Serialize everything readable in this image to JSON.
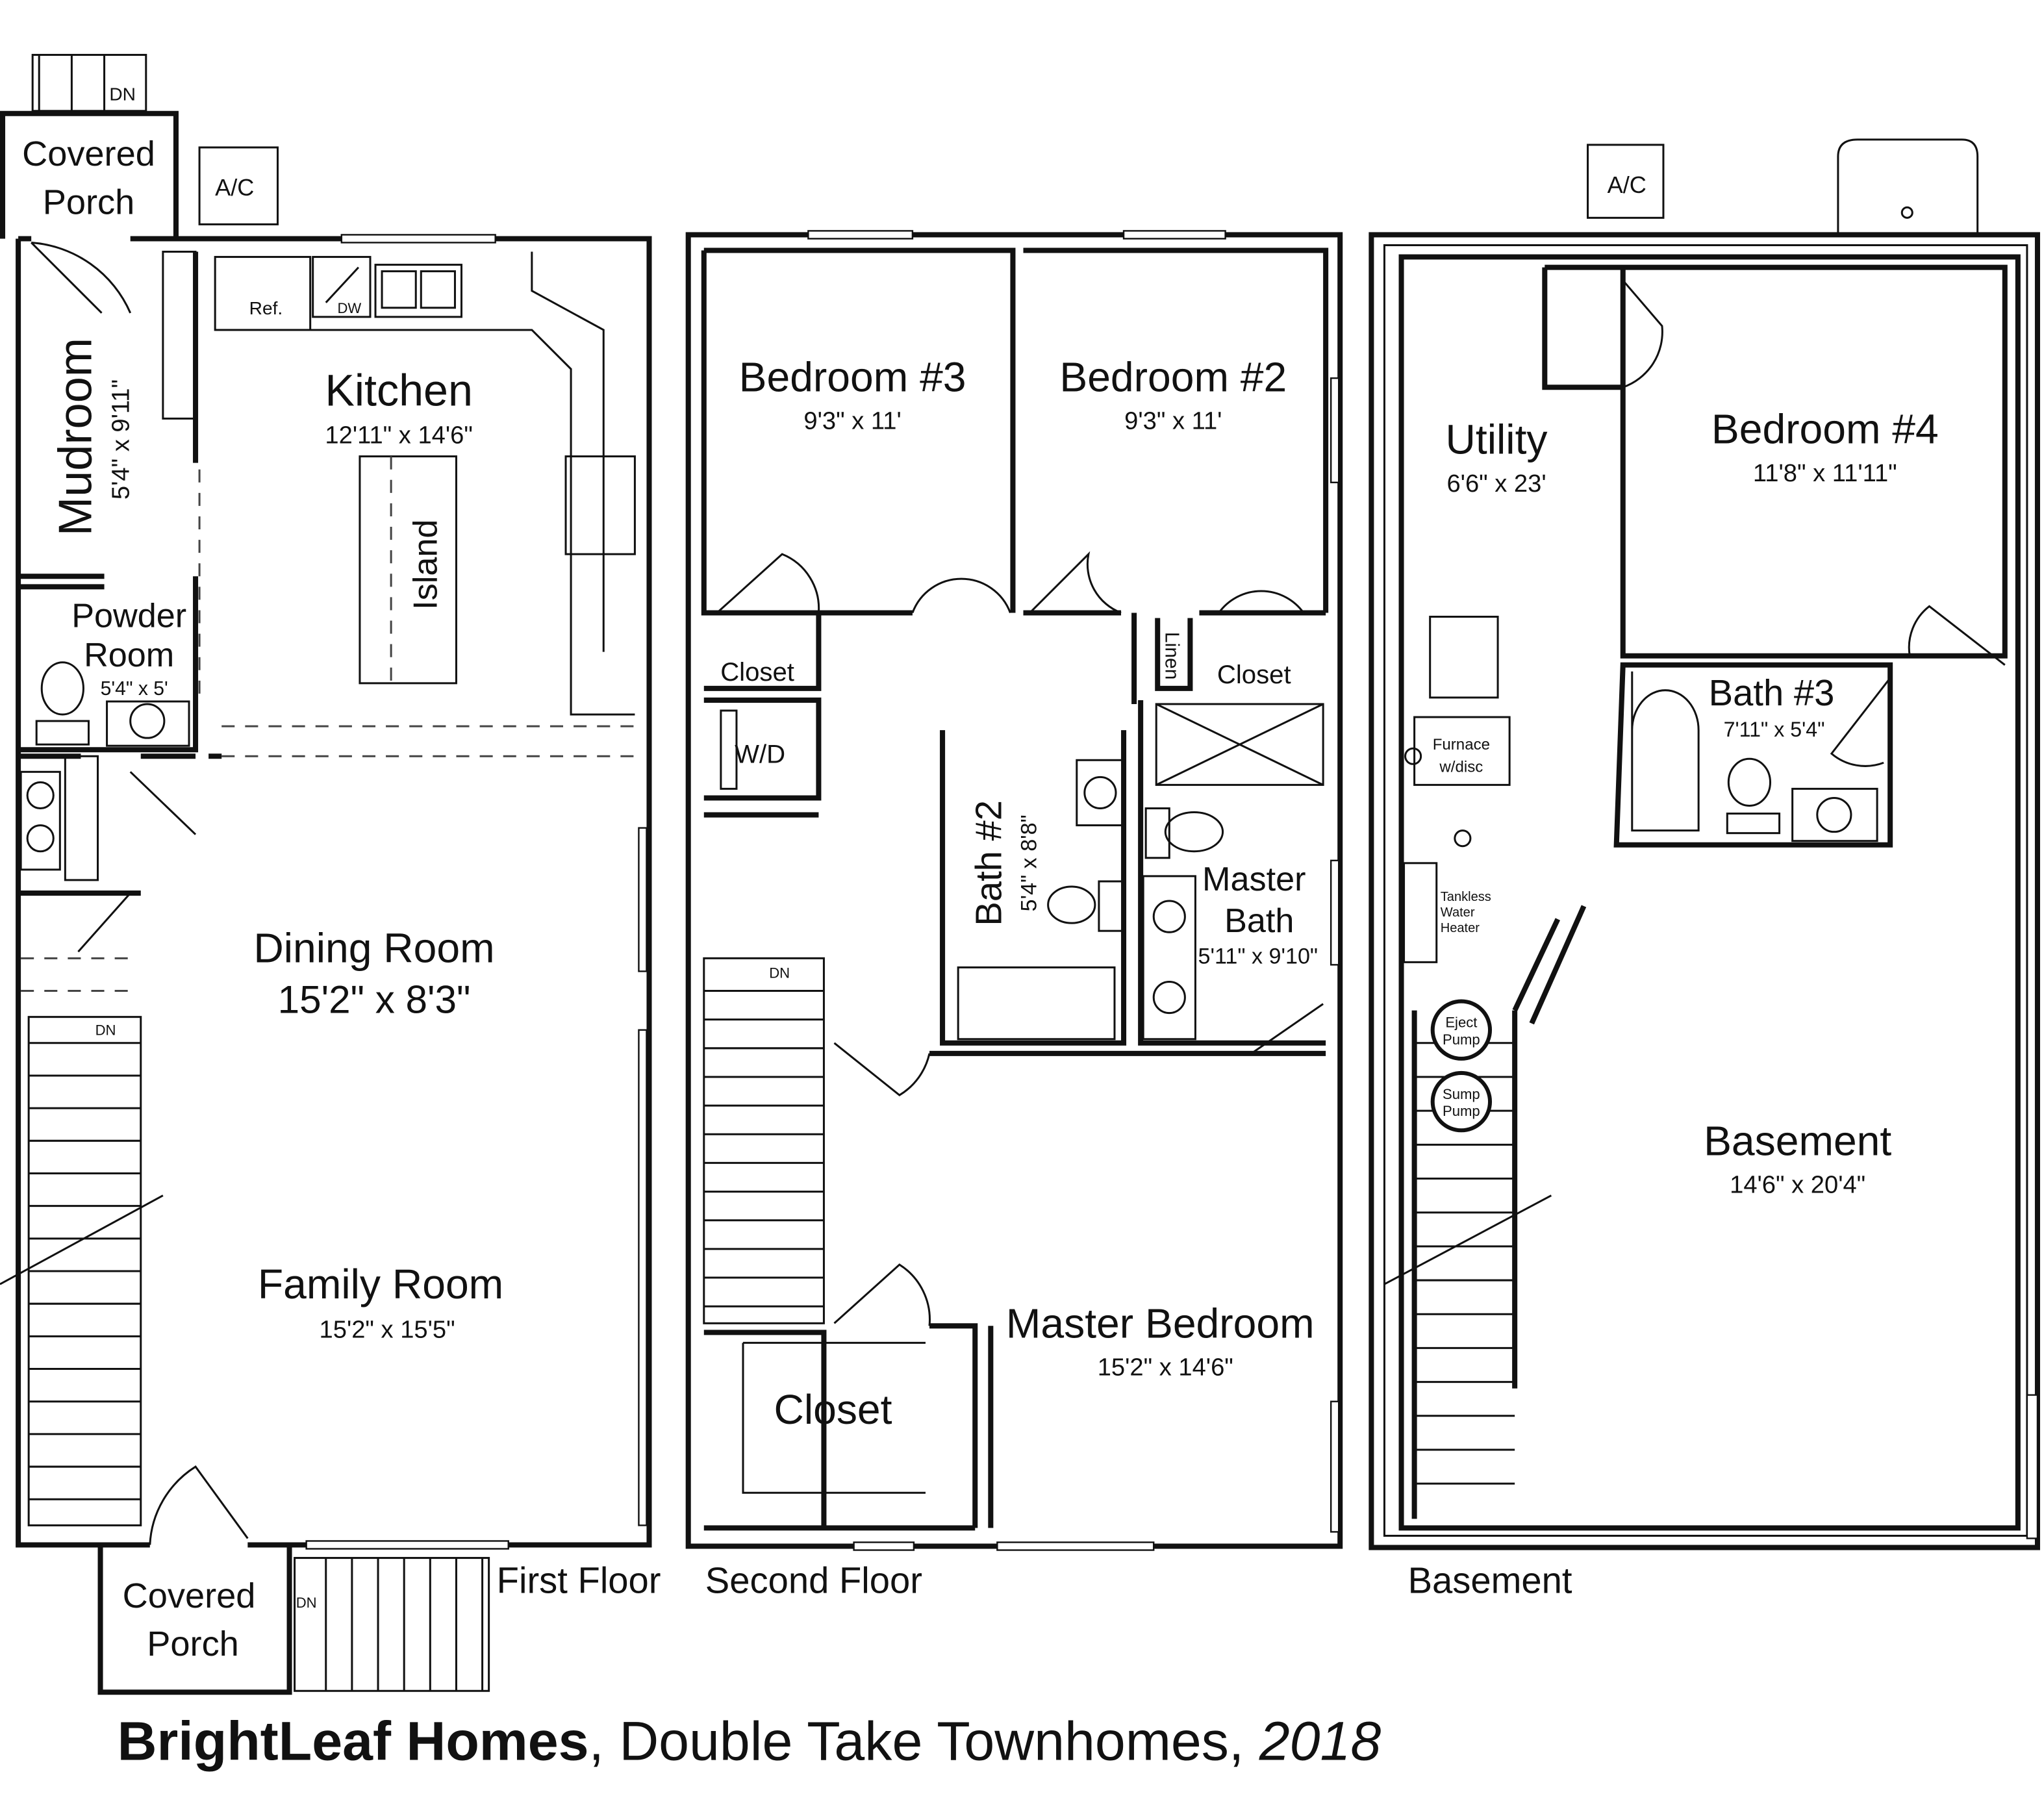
{
  "title": {
    "brand": "BrightLeaf Homes",
    "middle": ", Double Take Townhomes, ",
    "year": "2018"
  },
  "first_floor": {
    "caption": "First Floor",
    "porch_top": [
      "Covered",
      "Porch"
    ],
    "porch_bottom": [
      "Covered",
      "Porch"
    ],
    "ac": "A/C",
    "kitchen": {
      "name": "Kitchen",
      "dim": "12'11\" x 14'6\""
    },
    "island": "Island",
    "ref": "Ref.",
    "dw": "DW",
    "mudroom": {
      "name": "Mudroom",
      "dim": "5'4\" x 9'11\""
    },
    "powder": {
      "name": [
        "Powder",
        "Room"
      ],
      "dim": "5'4\" x 5'"
    },
    "dining": {
      "name": "Dining Room",
      "dim": "15'2\" x 8'3\""
    },
    "family": {
      "name": "Family Room",
      "dim": "15'2\" x 15'5\""
    },
    "dn": "DN"
  },
  "second_floor": {
    "caption": "Second Floor",
    "bed3": {
      "name": "Bedroom #3",
      "dim": "9'3\" x 11'"
    },
    "bed2": {
      "name": "Bedroom #2",
      "dim": "9'3\" x 11'"
    },
    "closet": "Closet",
    "linen": "Linen",
    "wd": "W/D",
    "bath2": {
      "name": "Bath #2",
      "dim": "5'4\" x 8'8\""
    },
    "master_bath": {
      "name": [
        "Master",
        "Bath"
      ],
      "dim": "5'11\" x 9'10\""
    },
    "master_closet": "Closet",
    "master_bed": {
      "name": "Master Bedroom",
      "dim": "15'2\" x 14'6\""
    },
    "dn": "DN"
  },
  "basement": {
    "caption": "Basement",
    "ac": "A/C",
    "utility": {
      "name": "Utility",
      "dim": "6'6\" x 23'"
    },
    "bed4": {
      "name": "Bedroom #4",
      "dim": "11'8\" x 11'11\""
    },
    "bath3": {
      "name": "Bath #3",
      "dim": "7'11\" x 5'4\""
    },
    "furnace": [
      "Furnace",
      "w/disc"
    ],
    "water_heater": [
      "Tankless",
      "Water",
      "Heater"
    ],
    "eject": [
      "Eject",
      "Pump"
    ],
    "sump": [
      "Sump",
      "Pump"
    ],
    "basement": {
      "name": "Basement",
      "dim": "14'6\" x 20'4\""
    }
  }
}
